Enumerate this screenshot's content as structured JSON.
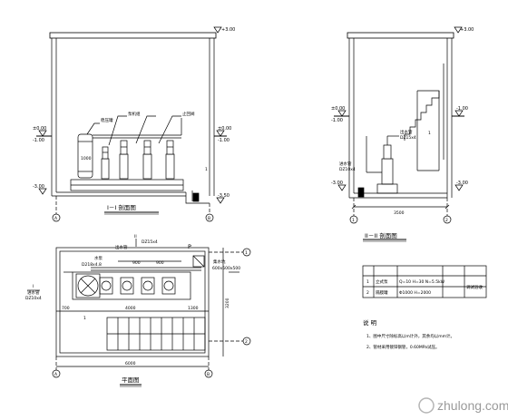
{
  "section_1": {
    "title": "I－I 剖面图",
    "elev_top": "+3.00",
    "elev_floor_left": "±0.00",
    "elev_floor_right": "±0.00",
    "elev_m100_left": "-1.00",
    "elev_m100_right": "-1.00",
    "elev_m300": "-3.00",
    "elev_m350": "-3.50",
    "label_pump_unit": "泵机组",
    "label_tank": "稳压罐",
    "label_pipe": "止回阀",
    "tank_text": "1000",
    "axis_left": "A",
    "axis_right": "B",
    "mark_1": "1"
  },
  "section_2": {
    "title": "II－II 剖面图",
    "elev_top": "+3.00",
    "elev_floor": "±0.00",
    "elev_m100_left": "-1.00",
    "elev_m100_right": "-1.00",
    "elev_m300_left": "-3.00",
    "elev_m300_right": "-3.00",
    "label_outlet": "出水管",
    "label_outlet_size": "DZ15x4",
    "label_inlet": "进水管",
    "label_inlet_size": "DZ10x4",
    "dim_width": "3500",
    "axis_left": "1",
    "axis_right": "2",
    "mark_1": "1"
  },
  "plan": {
    "title": "平面图",
    "axis_a": "A",
    "axis_b": "B",
    "axis_1": "1",
    "axis_2": "2",
    "label_outlet": "出水管",
    "label_outlet_size": "DZ15x4",
    "label_inlet": "进水管",
    "label_inlet_size": "DZ10x4",
    "label_pump": "水泵",
    "label_pump_size": "D218x4.8",
    "label_p": "P",
    "label_pit": "集水坑",
    "label_pit_size": "600x500x500",
    "dim_900a": "900",
    "dim_900b": "900",
    "dim_700": "700",
    "dim_4000": "4000",
    "dim_1300": "1300",
    "dim_6000": "6000",
    "dim_3200": "3200",
    "mark_1": "1",
    "mark_I": "I",
    "mark_II": "II"
  },
  "table": {
    "rows": [
      {
        "no": "1",
        "name": "立式泵",
        "spec": "Q=10 H=30 N=5.5kW"
      },
      {
        "no": "2",
        "name": "隔膜罐",
        "spec": "Φ1000 H=2000"
      }
    ],
    "stamp": "调试验收"
  },
  "notes": {
    "heading": "说 明",
    "items": [
      "1、图中尺寸除标高以m计外，其余均以mm计。",
      "2、管材采用镀锌钢管，0.60MPa试压。"
    ]
  },
  "watermark": {
    "text": "zhulong.com"
  }
}
